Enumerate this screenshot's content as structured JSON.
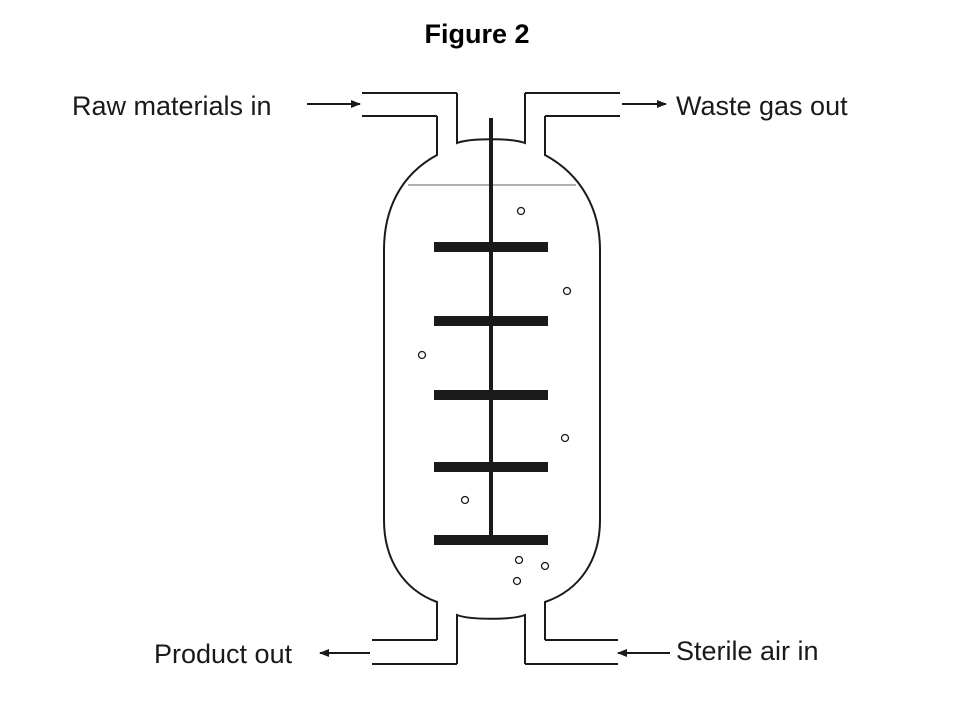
{
  "figure": {
    "title": "Figure 2"
  },
  "labels": {
    "raw_materials_in": "Raw materials in",
    "waste_gas_out": "Waste gas out",
    "product_out": "Product out",
    "sterile_air_in": "Sterile air in"
  },
  "colors": {
    "line": "#1a1a1a",
    "liquid_level": "#b0b0b0",
    "background": "#ffffff"
  },
  "icons": {
    "vessel": "fermenter-vessel",
    "stirrer": "stirrer-paddles",
    "bubbles": "air-bubbles"
  }
}
